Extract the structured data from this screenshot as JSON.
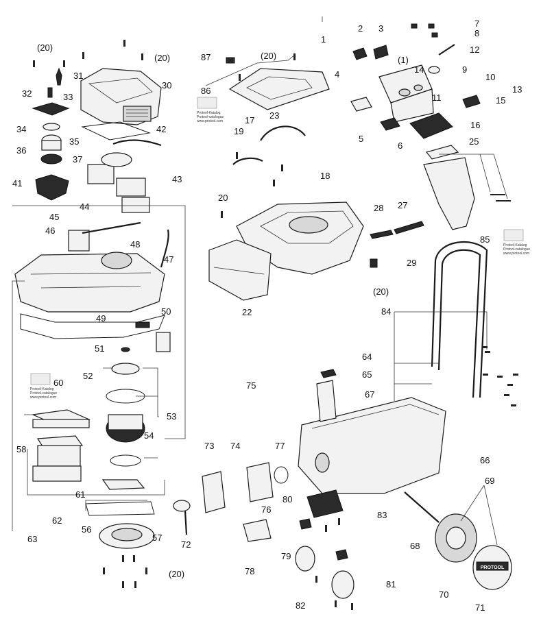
{
  "labels": {
    "p1": "1",
    "p1b": "(1)",
    "p2": "2",
    "p3": "3",
    "p4": "4",
    "p5": "5",
    "p6": "6",
    "p7": "7",
    "p8": "8",
    "p9": "9",
    "p10": "10",
    "p11": "11",
    "p12": "12",
    "p13": "13",
    "p14": "14",
    "p15": "15",
    "p16": "16",
    "p17": "17",
    "p18": "18",
    "p19": "19",
    "p20a": "(20)",
    "p20b": "(20)",
    "p20c": "20",
    "p20d": "(20)",
    "p20e": "(20)",
    "p20f": "(20)",
    "p22": "22",
    "p23": "23",
    "p25": "25",
    "p27": "27",
    "p28": "28",
    "p29": "29",
    "p30": "30",
    "p31": "31",
    "p32": "32",
    "p33": "33",
    "p34": "34",
    "p35": "35",
    "p36": "36",
    "p37": "37",
    "p41": "41",
    "p42": "42",
    "p43": "43",
    "p44": "44",
    "p45": "45",
    "p46": "46",
    "p47": "47",
    "p48": "48",
    "p49": "49",
    "p50": "50",
    "p51": "51",
    "p52": "52",
    "p53": "53",
    "p54": "54",
    "p56": "56",
    "p57": "57",
    "p58": "58",
    "p60": "60",
    "p61": "61",
    "p62": "62",
    "p63": "63",
    "p64": "64",
    "p65": "65",
    "p66": "66",
    "p67": "67",
    "p68": "68",
    "p69": "69",
    "p70": "70",
    "p71": "71",
    "p72": "72",
    "p73": "73",
    "p74": "74",
    "p75": "75",
    "p76": "76",
    "p77": "77",
    "p78": "78",
    "p79": "79",
    "p80": "80",
    "p81": "81",
    "p82": "82",
    "p83": "83",
    "p84": "84",
    "p85": "85",
    "p86": "86",
    "p87": "87"
  },
  "catalog_note": {
    "line1": "Protool-Katalog",
    "line2": "Protool-catalogue",
    "line3": "www.protool.com"
  },
  "brand_badge": "PROTOOL"
}
